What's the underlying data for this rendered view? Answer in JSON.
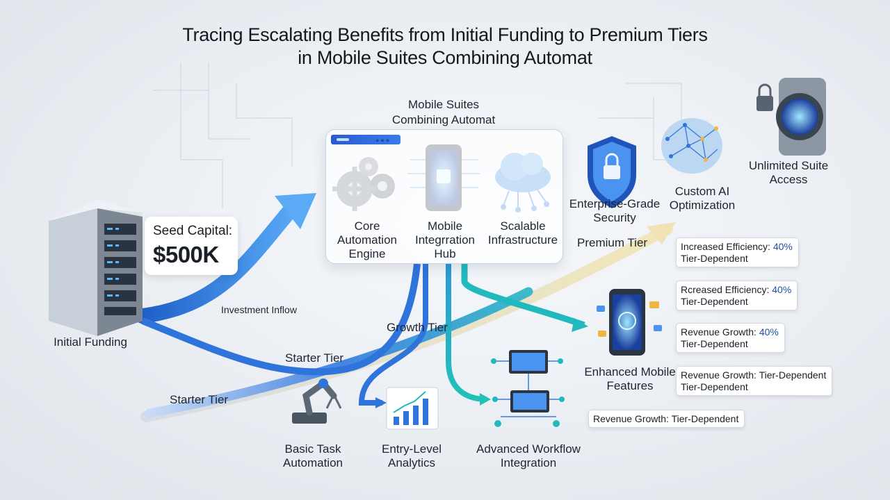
{
  "title": {
    "line1": "Tracing Escalating Benefits from Initial Funding to Premium Tiers",
    "line2": "in Mobile Suites Combining Automat"
  },
  "funding": {
    "label": "Initial Funding",
    "seed_label": "Seed Capital:",
    "seed_value": "$500K",
    "inflow_label": "Investment Inflow",
    "icon": "server-rack-icon"
  },
  "core_panel": {
    "title_line1": "Mobile Suites",
    "title_line2": "Combining Automat",
    "modules": [
      {
        "line1": "Core",
        "line2": "Automation",
        "line3": "Engine",
        "icon": "gears-icon"
      },
      {
        "line1": "Mobile",
        "line2": "Integrration",
        "line3": "Hub",
        "icon": "smartphone-chip-icon"
      },
      {
        "line1": "Scalable",
        "line2": "Infrastructure",
        "icon": "cloud-network-icon"
      }
    ]
  },
  "tiers": {
    "starter_left": "Starter Tier",
    "starter_mid": "Starter Tier",
    "growth": "Growth Tier",
    "premium": "Premium Tier"
  },
  "starter_features": [
    {
      "line1": "Basic Task",
      "line2": "Automation",
      "icon": "robot-arm-icon"
    },
    {
      "line1": "Entry-Level",
      "line2": "Analytics",
      "icon": "bar-chart-icon"
    },
    {
      "line1": "Advanced Workflow",
      "line2": "Integration",
      "icon": "workflow-network-icon"
    }
  ],
  "premium_features": [
    {
      "line1": "Enterprise-Grade",
      "line2": "Security",
      "icon": "shield-lock-icon"
    },
    {
      "line1": "Custom AI",
      "line2": "Optimization",
      "icon": "ai-brain-icon"
    },
    {
      "line1": "Unlimited Suite",
      "line2": "Access",
      "icon": "vault-lock-icon"
    }
  ],
  "mobile_features": {
    "line1": "Enhanced Mobile",
    "line2": "Features",
    "icon": "mobile-features-icon"
  },
  "metrics": [
    {
      "label": "Increased Efficiency:",
      "value": "40%",
      "sub": "Tier-Dependent"
    },
    {
      "label": "Rcreased Efficiency:",
      "value": "40%",
      "sub": "Tier-Dependent"
    },
    {
      "label": "Revenue Growth:",
      "value": "40%",
      "sub": "Tier-Dependent"
    },
    {
      "label": "Revenue Growth:",
      "value": "Tier-Dependent",
      "sub": "Tier-Dependent"
    },
    {
      "label": "Revenue Growth:",
      "value": "Tier-Dependent"
    }
  ],
  "colors": {
    "blue_flow": "#2f7de0",
    "teal_flow": "#1fb5bd",
    "premium_flow": "#e2d6a8",
    "accent_value": "#1f4fa3"
  }
}
